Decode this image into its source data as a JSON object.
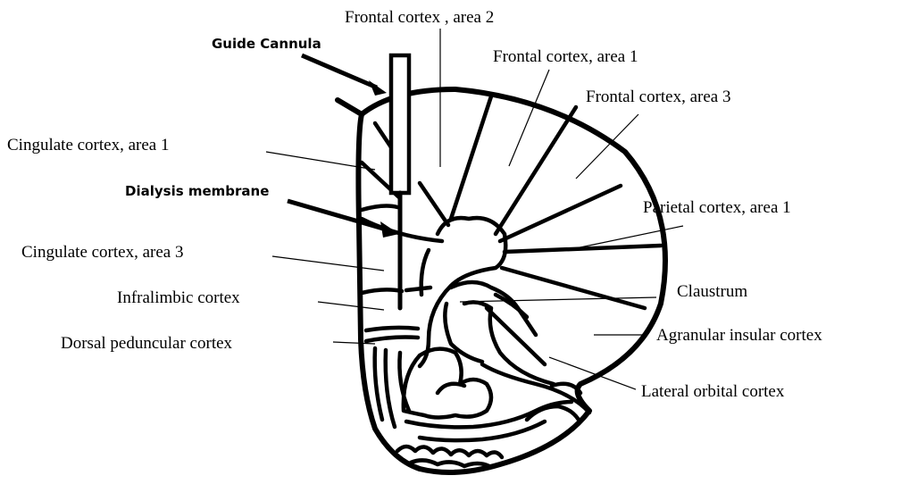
{
  "diagram": {
    "labels": {
      "frontal_cortex_area2": "Frontal  cortex , area 2",
      "frontal_cortex_area1": "Frontal cortex, area 1",
      "frontal_cortex_area3": "Frontal cortex, area 3",
      "parietal_cortex_area1": "Parietal cortex, area 1",
      "claustrum": "Claustrum",
      "agranular_insular_cortex": "Agranular insular cortex",
      "lateral_orbital_cortex": "Lateral orbital cortex",
      "cingulate_cortex_area1": "Cingulate cortex, area 1",
      "cingulate_cortex_area3": "Cingulate cortex, area 3",
      "infralimbic_cortex": "Infralimbic  cortex",
      "dorsal_peduncular_cortex": "Dorsal peduncular  cortex",
      "guide_cannula": "Guide Cannula",
      "dialysis_membrane": "Dialysis membrane"
    }
  }
}
